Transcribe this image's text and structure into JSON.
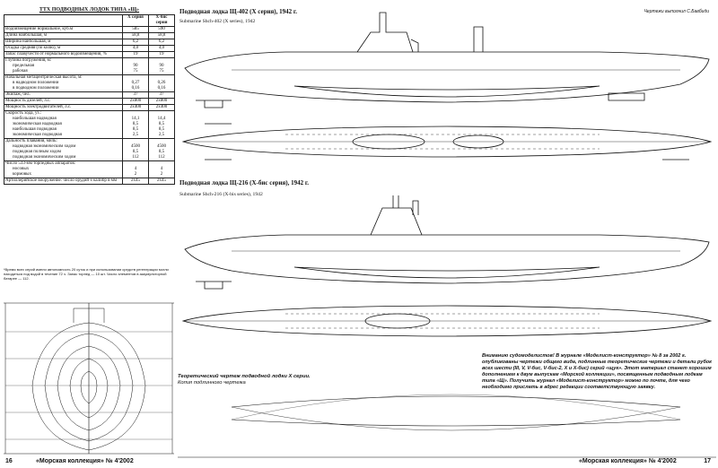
{
  "table": {
    "title": "ТТХ ПОДВОДНЫХ ЛОДОК ТИПА «Щ»",
    "col_x": "X серия",
    "col_xbis": "X-бис серия",
    "rows": [
      {
        "label": "Водоизмещение нормальное, куб.м",
        "x": "585",
        "xb": "590"
      },
      {
        "label": "Длина наибольшая, м",
        "x": "58,8",
        "xb": "58,8"
      },
      {
        "label": "Ширина наибольшая, м",
        "x": "6,2",
        "xb": "6,2"
      },
      {
        "label": "Осадка средняя (по килю), м",
        "x": "4,0",
        "xb": "4,0"
      },
      {
        "label": "Запас плавучести от нормального водоизмещения, %",
        "x": "19",
        "xb": "19"
      },
      {
        "label": "Глубина погружения, м:",
        "s1": "предельная",
        "s2": "рабочая",
        "x": "",
        "x1": "90",
        "x2": "75",
        "xb": "",
        "xb1": "90",
        "xb2": "75"
      },
      {
        "label": "Начальная метацентрическая высота, м:",
        "s1": "в надводном положении",
        "s2": "в подводном положении",
        "x": "",
        "x1": "0,27",
        "x2": "0,16",
        "xb": "",
        "xb1": "0,26",
        "xb2": "0,16"
      },
      {
        "label": "Экипаж, чел.",
        "x": "37",
        "xb": "37"
      },
      {
        "label": "Мощность дизелей, л.с.",
        "x": "2x800",
        "xb": "2x800"
      },
      {
        "label": "Мощность электродвигателей, л.с.",
        "x": "2x400",
        "xb": "2x400"
      },
      {
        "label": "Скорость хода, уз.:",
        "s1": "наибольшая надводная",
        "s2": "экономическая надводная",
        "s3": "наибольшая подводная",
        "s4": "экономическая подводная",
        "x1": "14,1",
        "x2": "8,5",
        "x3": "8,5",
        "x4": "2,5",
        "xb1": "14,4",
        "xb2": "8,5",
        "xb3": "8,5",
        "xb4": "2,5"
      },
      {
        "label": "Дальность плавания, миль:",
        "s1": "надводная экономическим ходом",
        "s2": "подводная полным ходом",
        "s3": "подводная экономическим ходом",
        "x1": "4500",
        "x2": "8,5",
        "x3": "112",
        "xb1": "4500",
        "xb2": "8,5",
        "xb3": "112"
      },
      {
        "label": "Число 533-мм торпедных аппаратов:",
        "s1": "носовых",
        "s2": "кормовых",
        "x1": "4",
        "x2": "2",
        "xb1": "4",
        "xb2": "2"
      },
      {
        "label": "Артиллерийское вооружение: число орудий х калибр в мм",
        "x": "2x45",
        "xb": "2x45"
      }
    ],
    "footnote": "*Время всех серий имели автономность 20 суток и при использовании средств регенерации могли находиться под водой в течение 72 ч. Запас торпед — 10 шт. Число элементов в аккумуляторной батарее — 112."
  },
  "credit": "Чертежи выполнил С.Бавбиди",
  "header_1_ru": "Подводная лодка Щ-402 (X серия), 1942 г.",
  "header_1_en": "Submarine Shch-402 (X series), 1942",
  "header_2_ru": "Подводная лодка Щ-216 (X-бис серия), 1942 г.",
  "header_2_en": "Submarine Shch-216 (X-bis series), 1942",
  "theo_title": "Теоретический чертеж подводной лодки X серии.",
  "theo_copy": "Копия подлинного чертежа",
  "note": "Вниманию судомоделистов! В журнале «Моделист-конструктор» № 8 за 2002 г. опубликованы чертежи общего вида, подлинные теоретические чертежи и детали рубок всех шести (III, V, V-бис, V-бис-2, X и X-бис) серий «щук». Этот материал станет хорошим дополнением к двум выпускам «Морской коллекции», посвященным подводным лодкам типа «Щ». Получить журнал «Моделист-конструктор» можно по почте, для чего необходимо прислать в адрес редакции соответствующую заявку.",
  "footer_left_num": "16",
  "footer_left_title": "«Морская коллекция» № 4'2002",
  "footer_right_title": "«Морская коллекция» № 4'2002",
  "footer_right_num": "17"
}
